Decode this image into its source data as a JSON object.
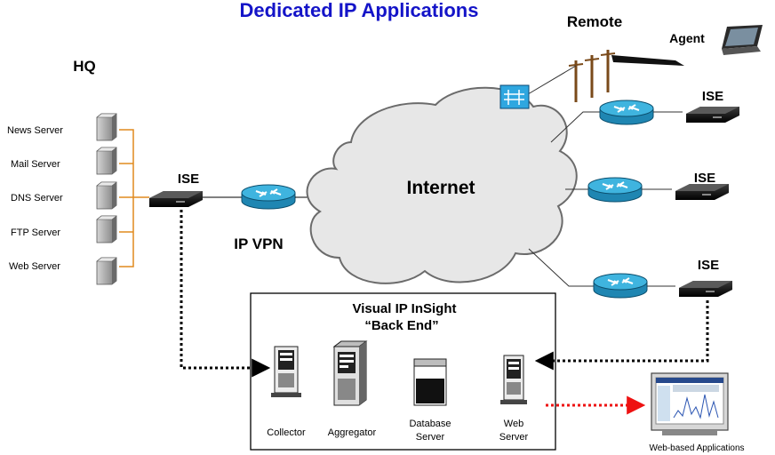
{
  "title": "Dedicated IP Applications",
  "colors": {
    "title": "#1414c8",
    "rack_line": "#e08a1e",
    "router_top": "#3fb4df",
    "router_side": "#1f86b2",
    "cloud_fill": "#e7e7e7",
    "red_arrow": "#ee1111"
  },
  "hq": {
    "label": "HQ",
    "servers": [
      "News Server",
      "Mail Server",
      "DNS Server",
      "FTP Server",
      "Web Server"
    ]
  },
  "hq_ise": {
    "label": "ISE"
  },
  "vpn": {
    "label": "IP VPN"
  },
  "internet": {
    "label": "Internet"
  },
  "remote": {
    "label": "Remote",
    "agent_label": "Agent",
    "sites": [
      {
        "label": "ISE"
      },
      {
        "label": "ISE"
      },
      {
        "label": "ISE"
      }
    ]
  },
  "backend": {
    "title_line1": "Visual IP InSight",
    "title_line2": "“Back End”",
    "components": [
      {
        "label_line1": "Collector",
        "label_line2": ""
      },
      {
        "label_line1": "Aggregator",
        "label_line2": ""
      },
      {
        "label_line1": "Database",
        "label_line2": "Server"
      },
      {
        "label_line1": "Web",
        "label_line2": "Server"
      }
    ]
  },
  "webapps": {
    "label": "Web-based Applications"
  }
}
